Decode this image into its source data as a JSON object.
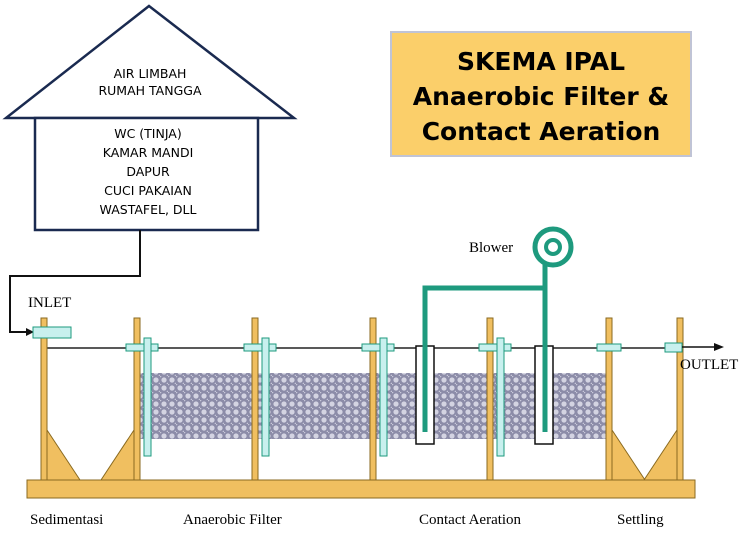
{
  "title_box": {
    "lines": [
      "SKEMA IPAL",
      "Anaerobic Filter &",
      "Contact Aeration"
    ],
    "fill": "#fbcf6a",
    "border": "#c0c4d6"
  },
  "house": {
    "roof_lines": [
      "AIR LIMBAH",
      "RUMAH TANGGA"
    ],
    "body_lines": [
      "WC (TINJA)",
      "KAMAR MANDI",
      "DAPUR",
      "CUCI PAKAIAN",
      "WASTAFEL, DLL"
    ]
  },
  "labels": {
    "blower": "Blower",
    "inlet": "INLET",
    "outlet": "OUTLET"
  },
  "zones": [
    "Sedimentasi",
    "Anaerobic Filter",
    "Contact Aeration",
    "Settling"
  ],
  "colors": {
    "wood": "#f0bf60",
    "wood_stroke": "#8a6a20",
    "media": "#9a9ab4",
    "pipe": "#1e9a7e",
    "pipe_light": "#c8f0ee"
  }
}
